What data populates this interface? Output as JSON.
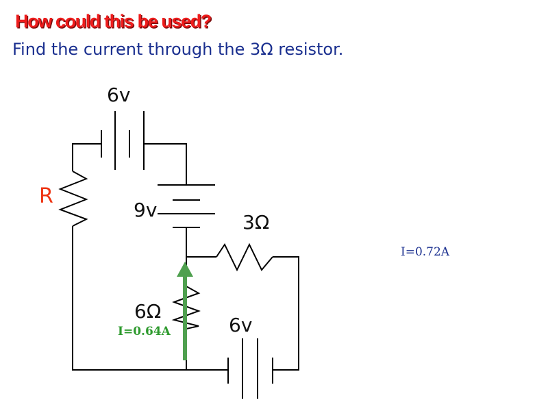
{
  "slide": {
    "heading": "How could this be used?",
    "question": "Find the current through the 3Ω resistor."
  },
  "circuit": {
    "top_battery": {
      "label": "6v"
    },
    "middle_battery": {
      "label": "9v"
    },
    "bottom_battery": {
      "label": "6v"
    },
    "resistor_r": {
      "label": "R"
    },
    "resistor_3": {
      "label": "3Ω"
    },
    "resistor_6": {
      "label": "6Ω"
    },
    "current_6": {
      "label": "I=0.64A"
    },
    "current_3": {
      "label": "I=0.72A"
    }
  },
  "colors": {
    "heading": "#ee1c1c",
    "question": "#1a2f8f",
    "arrow": "#4fa04f",
    "current_6_label": "#2e9a2e",
    "current_3_label": "#1a2f8f",
    "r_label": "#ee3311"
  }
}
